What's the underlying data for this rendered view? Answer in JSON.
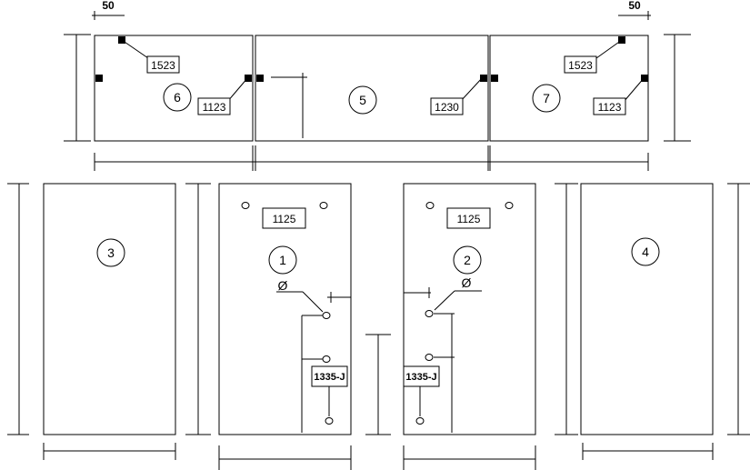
{
  "top_row": {
    "dim_left": "50",
    "dim_right": "50",
    "panel_6": {
      "number": "6",
      "label_a": "1523",
      "label_b": "1123"
    },
    "panel_5": {
      "number": "5",
      "label": "1230"
    },
    "panel_7": {
      "number": "7",
      "label_a": "1523",
      "label_b": "1123"
    }
  },
  "bottom_row": {
    "panel_3": {
      "number": "3"
    },
    "panel_1": {
      "number": "1",
      "top_label": "1125",
      "diameter": "Ø",
      "tag": "1335-J"
    },
    "panel_2": {
      "number": "2",
      "top_label": "1125",
      "diameter": "Ø",
      "tag": "1335-J"
    },
    "panel_4": {
      "number": "4"
    }
  }
}
